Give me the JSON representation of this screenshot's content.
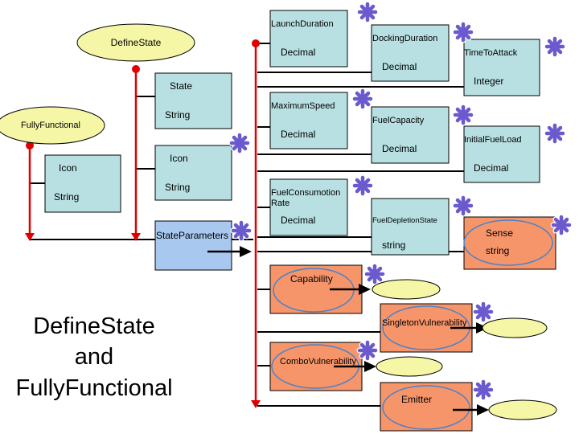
{
  "nodes": {
    "define_state": "DefineState",
    "fully_functional": "FullyFunctional",
    "state_param": {
      "name": "State",
      "type": "String"
    },
    "define_icon": {
      "name": "Icon",
      "type": "String"
    },
    "ff_icon": {
      "name": "Icon",
      "type": "String"
    },
    "state_parameters": "StateParameters",
    "launch_duration": {
      "name": "LaunchDuration",
      "type": "Decimal"
    },
    "docking_duration": {
      "name": "DockingDuration",
      "type": "Decimal"
    },
    "time_to_attack": {
      "name": "TimeToAttack",
      "type": "Integer"
    },
    "maximum_speed": {
      "name": "MaximumSpeed",
      "type": "Decimal"
    },
    "fuel_capacity": {
      "name": "FuelCapacity",
      "type": "Decimal"
    },
    "initial_fuel_load": {
      "name": "InitialFuelLoad",
      "type": "Decimal"
    },
    "fuel_consumption_rate": {
      "name_line1": "FuelConsumotion",
      "name_line2": "Rate",
      "type": "Decimal"
    },
    "fuel_depletion_state": {
      "name": "FuelDepletionState",
      "type": "string"
    },
    "sense": {
      "name": "Sense",
      "type": "string"
    },
    "capability": "Capability",
    "singleton_vulnerability": "SingletonVulnerability",
    "combo_vulnerability": "ComboVulnerability",
    "emitter": "Emitter"
  },
  "caption": {
    "line1": "DefineState",
    "line2": "and",
    "line3": "FullyFunctional"
  },
  "colors": {
    "connector": "#e00000",
    "attribute_fill": "#b8e0e2",
    "parameters_fill": "#a8c8f0",
    "complex_fill": "#f7956a",
    "ellipse_fill": "#f5f7a6",
    "ellipse_stroke": "#4a82c8",
    "star": "#6a5acd"
  }
}
